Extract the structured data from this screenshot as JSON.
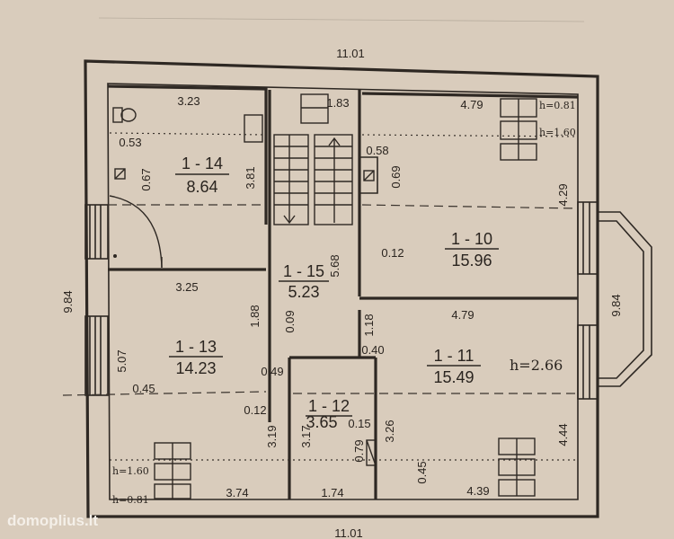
{
  "plan": {
    "overall_width_top": "11.01",
    "overall_width_bottom": "11.01",
    "overall_height_left": "9.84",
    "overall_height_right": "9.84",
    "ceiling_height": "h=2.66"
  },
  "rooms": [
    {
      "id": "1 - 14",
      "area": "8.64"
    },
    {
      "id": "1 - 10",
      "area": "15.96"
    },
    {
      "id": "1 - 15",
      "area": "5.23"
    },
    {
      "id": "1 - 13",
      "area": "14.23"
    },
    {
      "id": "1 - 11",
      "area": "15.49"
    },
    {
      "id": "1 - 12",
      "area": "3.65"
    }
  ],
  "dims": {
    "d_323": "3.23",
    "d_183": "1.83",
    "d_479a": "4.79",
    "d_053": "0.53",
    "d_067": "0.67",
    "d_381": "3.81",
    "d_058": "0.58",
    "d_069": "0.69",
    "d_429": "4.29",
    "d_012a": "0.12",
    "d_568": "5.68",
    "d_325": "3.25",
    "d_188": "1.88",
    "d_009": "0.09",
    "d_479b": "4.79",
    "d_118": "1.18",
    "d_040": "0.40",
    "d_507": "5.07",
    "d_049": "0.49",
    "d_045a": "0.45",
    "d_012b": "0.12",
    "d_319": "3.19",
    "d_317": "3.17",
    "d_015": "0.15",
    "d_326": "3.26",
    "d_444": "4.44",
    "d_079": "0.79",
    "d_045b": "0.45",
    "d_374": "3.74",
    "d_174": "1.74",
    "d_439": "4.39"
  },
  "windows": {
    "h081": "h=0.81",
    "h160": "h=1.60"
  },
  "watermark": "domoplius.lt"
}
